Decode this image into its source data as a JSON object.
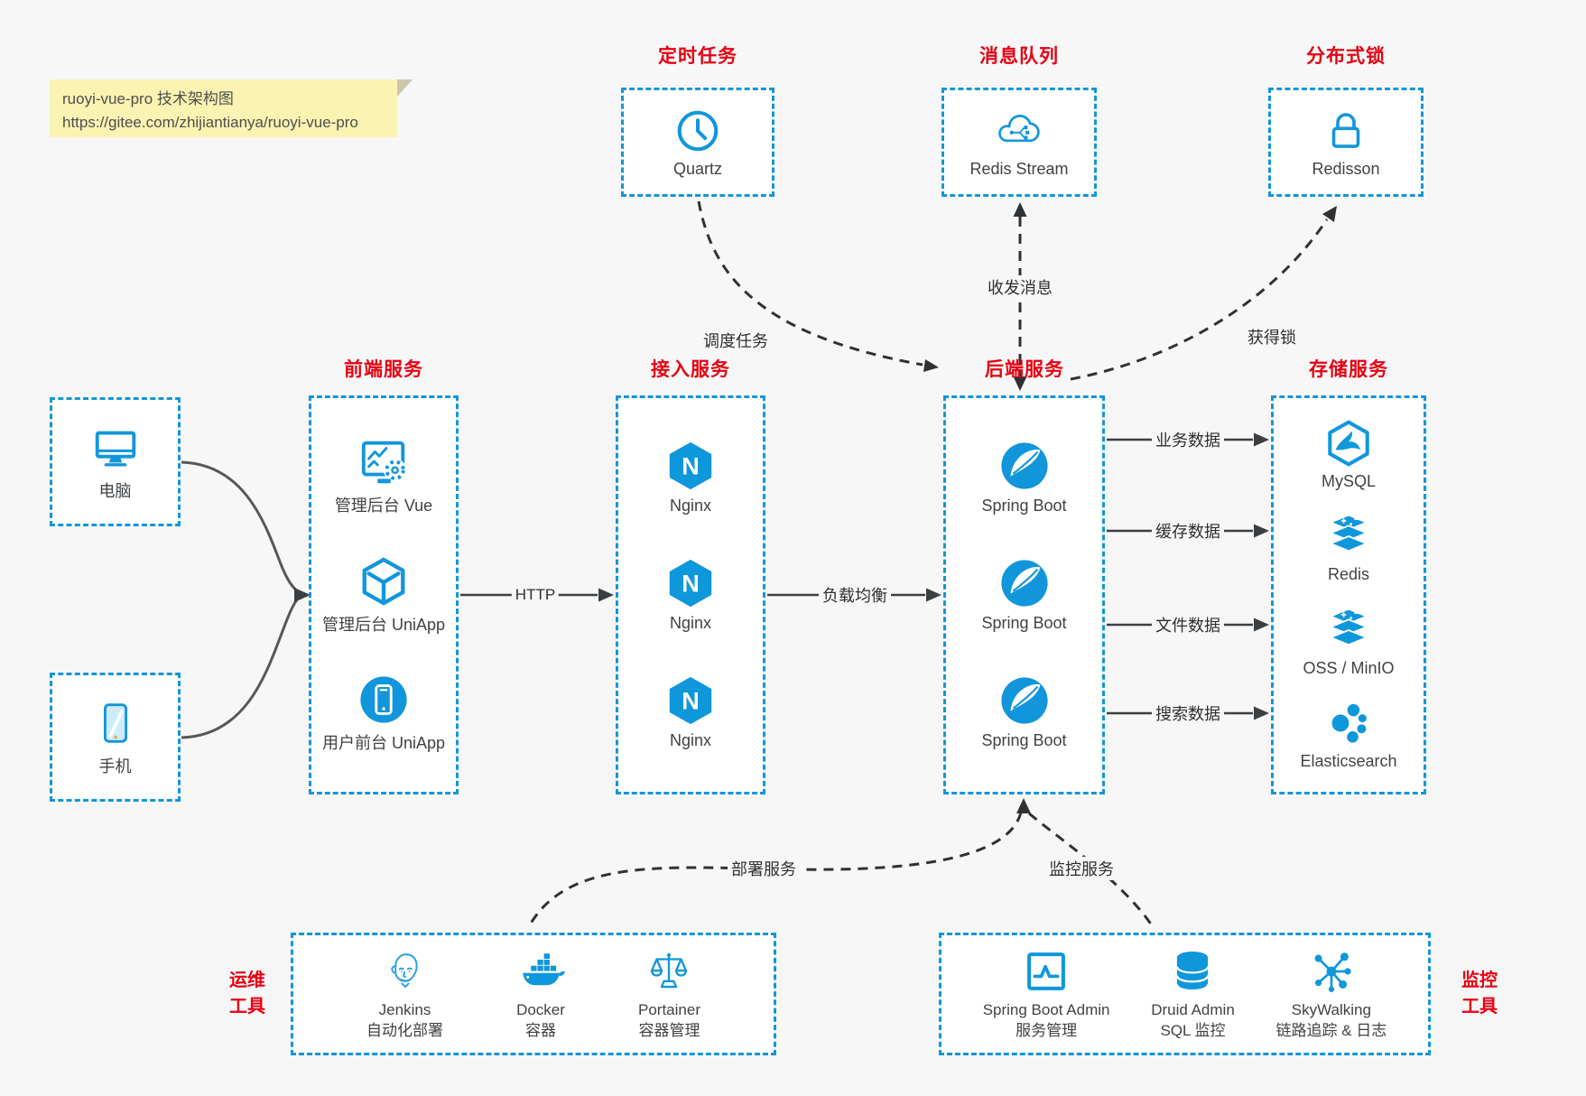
{
  "note": {
    "line1": "ruoyi-vue-pro 技术架构图",
    "line2": "https://gitee.com/zhijiantianya/ruoyi-vue-pro"
  },
  "icons_text": {
    "nginx_letter": "N"
  },
  "top": {
    "scheduler": {
      "title": "定时任务",
      "label": "Quartz"
    },
    "mq": {
      "title": "消息队列",
      "label": "Redis Stream"
    },
    "lock": {
      "title": "分布式锁",
      "label": "Redisson"
    }
  },
  "clients": {
    "pc": {
      "label": "电脑"
    },
    "mobile": {
      "label": "手机"
    }
  },
  "frontend": {
    "title": "前端服务",
    "items": [
      {
        "label": "管理后台 Vue"
      },
      {
        "label": "管理后台 UniApp"
      },
      {
        "label": "用户前台 UniApp"
      }
    ]
  },
  "access": {
    "title": "接入服务",
    "items": [
      {
        "label": "Nginx"
      },
      {
        "label": "Nginx"
      },
      {
        "label": "Nginx"
      }
    ]
  },
  "backend": {
    "title": "后端服务",
    "items": [
      {
        "label": "Spring Boot"
      },
      {
        "label": "Spring Boot"
      },
      {
        "label": "Spring Boot"
      }
    ]
  },
  "storage": {
    "title": "存储服务",
    "items": [
      {
        "label": "MySQL"
      },
      {
        "label": "Redis"
      },
      {
        "label": "OSS / MinIO"
      },
      {
        "label": "Elasticsearch"
      }
    ]
  },
  "edges": {
    "http": "HTTP",
    "load_balance": "负载均衡",
    "business_data": "业务数据",
    "cache_data": "缓存数据",
    "file_data": "文件数据",
    "search_data": "搜索数据",
    "schedule_task": "调度任务",
    "send_receive_msg": "收发消息",
    "acquire_lock": "获得锁",
    "deploy_service": "部署服务",
    "monitor_service": "监控服务"
  },
  "ops": {
    "title_line1": "运维",
    "title_line2": "工具",
    "items": [
      {
        "name": "Jenkins",
        "desc": "自动化部署"
      },
      {
        "name": "Docker",
        "desc": "容器"
      },
      {
        "name": "Portainer",
        "desc": "容器管理"
      }
    ]
  },
  "monitoring": {
    "title_line1": "监控",
    "title_line2": "工具",
    "items": [
      {
        "name": "Spring Boot Admin",
        "desc": "服务管理"
      },
      {
        "name": "Druid Admin",
        "desc": "SQL 监控"
      },
      {
        "name": "SkyWalking",
        "desc": "链路追踪 & 日志"
      }
    ]
  },
  "colors": {
    "blue": "#1296db",
    "red": "#e60012",
    "background": "#f7f7f8"
  }
}
